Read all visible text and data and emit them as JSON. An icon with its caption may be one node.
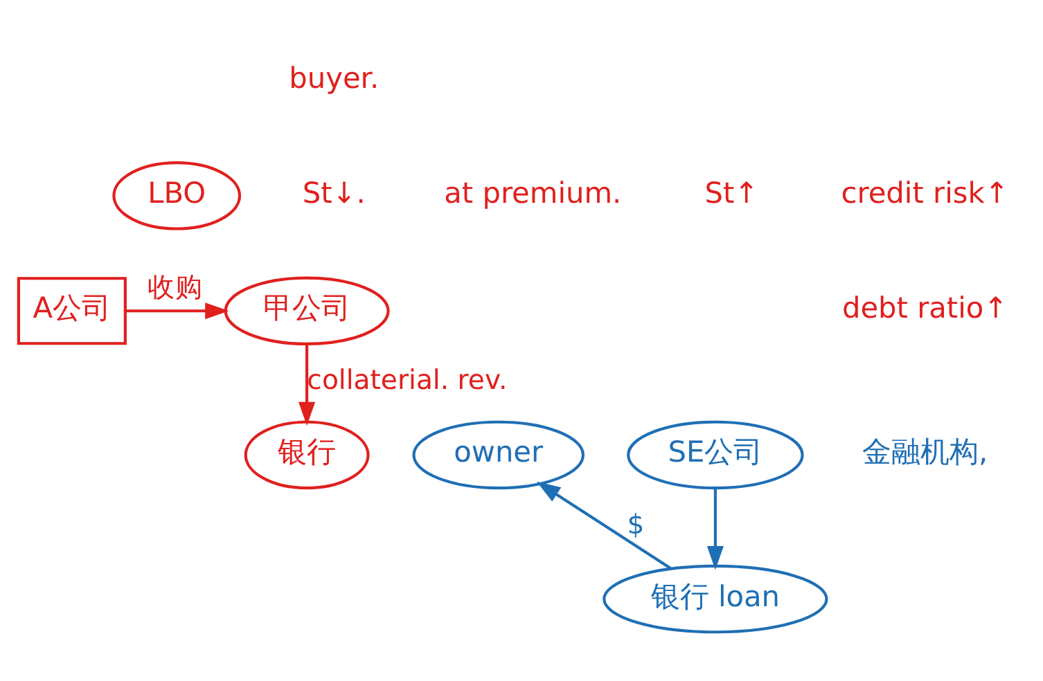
{
  "diagram": {
    "nodes": [
      {
        "text": [
          "LBO"
        ]
      },
      {
        "text": [
          "A公司"
        ]
      },
      {
        "text": [
          "甲公司"
        ]
      },
      {
        "text": [
          "银行"
        ]
      },
      {
        "text": [
          "owner"
        ]
      },
      {
        "text": [
          "SE公司"
        ]
      },
      {
        "text": [
          "银行 loan"
        ]
      }
    ],
    "edges": [
      {
        "from": 1,
        "to": 2,
        "arrow": "to",
        "label": "收购",
        "color": "#e0201e"
      },
      {
        "from": 2,
        "to": 3,
        "arrow": "to",
        "label": "collaterial. rev.",
        "color": "#e0201e"
      },
      {
        "from": 5,
        "to": 6,
        "arrow": "to",
        "color": "#1f6fb4"
      },
      {
        "from": 6,
        "to": 4,
        "arrow": "to",
        "label": "$",
        "color": "#1f6fb4"
      }
    ],
    "labels": [
      "buyer.",
      "St↓.",
      "at premium.",
      "St↑",
      "credit risk↑",
      "debt ratio↑",
      "金融机构,"
    ]
  }
}
